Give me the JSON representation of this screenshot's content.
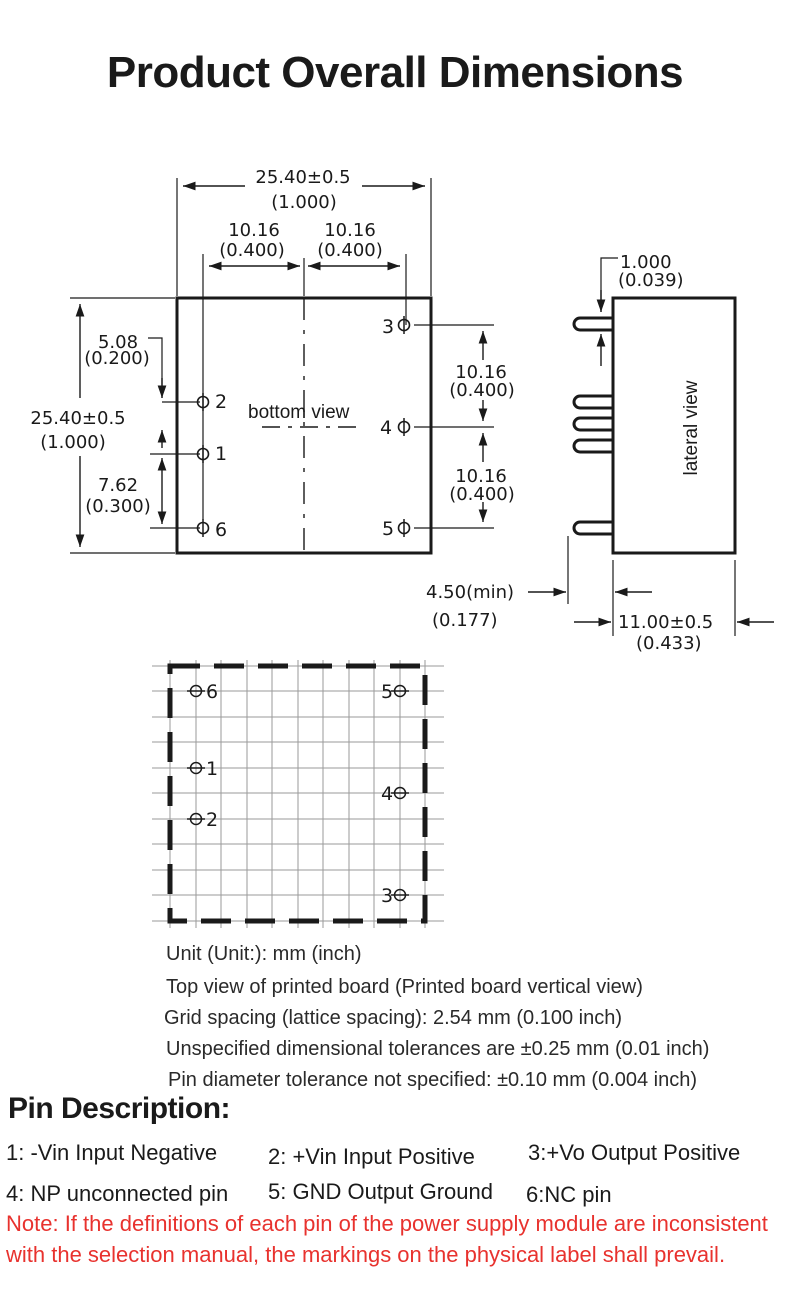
{
  "title": "Product Overall Dimensions",
  "top_view": {
    "overall_width": "25.40±0.5",
    "overall_width_in": "(1.000)",
    "half_left": "10.16",
    "half_left_in": "(0.400)",
    "half_right": "10.16",
    "half_right_in": "(0.400)",
    "pin_row_offset": "5.08",
    "pin_row_offset_in": "(0.200)",
    "overall_height": "25.40±0.5",
    "overall_height_in": "(1.000)",
    "pin1_to_pin6": "7.62",
    "pin1_to_pin6_in": "(0.300)",
    "pin3_to_pin4": "10.16",
    "pin3_to_pin4_in": "(0.400)",
    "pin4_to_pin5": "10.16",
    "pin4_to_pin5_in": "(0.400)",
    "view_label": "bottom view",
    "pins": {
      "p1": "1",
      "p2": "2",
      "p3": "3",
      "p4": "4",
      "p5": "5",
      "p6": "6"
    }
  },
  "side_view": {
    "pin_protrusion": "1.000",
    "pin_protrusion_in": "(0.039)",
    "view_label": "lateral view",
    "pin_length": "4.50",
    "pin_length_suffix": "(min)",
    "pin_length_in": "(0.177)",
    "thickness": "11.00±0.5",
    "thickness_in": "(0.433)"
  },
  "pcb_view": {
    "pins": {
      "p1": "1",
      "p2": "2",
      "p3": "3",
      "p4": "4",
      "p5": "5",
      "p6": "6"
    }
  },
  "notes": [
    "Unit (Unit:): mm (inch)",
    "Top view of printed board (Printed board vertical view)",
    "Grid spacing (lattice spacing): 2.54 mm (0.100 inch)",
    "Unspecified dimensional tolerances are ±0.25 mm (0.01 inch)",
    "Pin diameter tolerance not specified: ±0.10 mm (0.004 inch)"
  ],
  "pin_description": {
    "heading": "Pin Description:",
    "items": [
      "1: -Vin Input Negative",
      "2: +Vin Input Positive",
      "3:+Vo Output Positive",
      "4: NP unconnected pin",
      "5: GND Output Ground",
      "6:NC pin"
    ],
    "note": "Note: If the definitions of each pin of the power supply module are inconsistent with the selection manual, the markings on the physical label shall prevail.",
    "note_color": "#e8322e"
  }
}
